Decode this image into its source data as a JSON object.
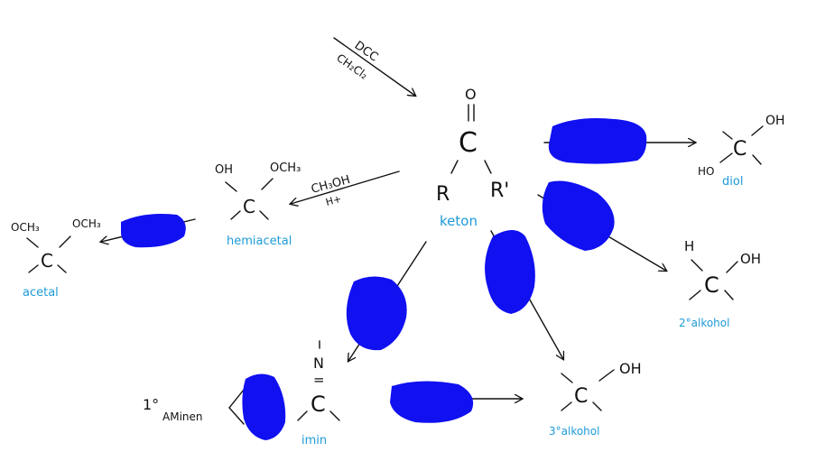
{
  "reagent": {
    "line1": "DCC",
    "line2": "CH₂Cl₂"
  },
  "center_molecule": {
    "O": "O",
    "C": "C",
    "R": "R",
    "R2": "R'",
    "label": "keton"
  },
  "diol": {
    "OH": "OH",
    "HO": "HO",
    "C": "C",
    "label": "diol"
  },
  "methanol": {
    "reagent": "CH₃OH",
    "catalyst": "H+"
  },
  "hemiacetal": {
    "OH": "OH",
    "OCH3": "OCH₃",
    "C": "C",
    "label": "hemiacetal"
  },
  "acetal": {
    "OCH3_left": "OCH₃",
    "OCH3_right": "OCH₃",
    "C": "C",
    "label": "acetal"
  },
  "secondary_alcohol": {
    "H": "H",
    "OH": "OH",
    "C": "C",
    "label": "2°alkohol"
  },
  "tertiary_alcohol": {
    "OH": "OH",
    "C": "C",
    "label": "3°alkohol"
  },
  "imine": {
    "N": "N",
    "eq": "=",
    "C": "C",
    "label": "imin"
  },
  "amine": {
    "degree": "1°",
    "name": "AMinen"
  },
  "colors": {
    "ink": "#111111",
    "label": "#1e9bd7",
    "scribble": "#1010f0"
  }
}
